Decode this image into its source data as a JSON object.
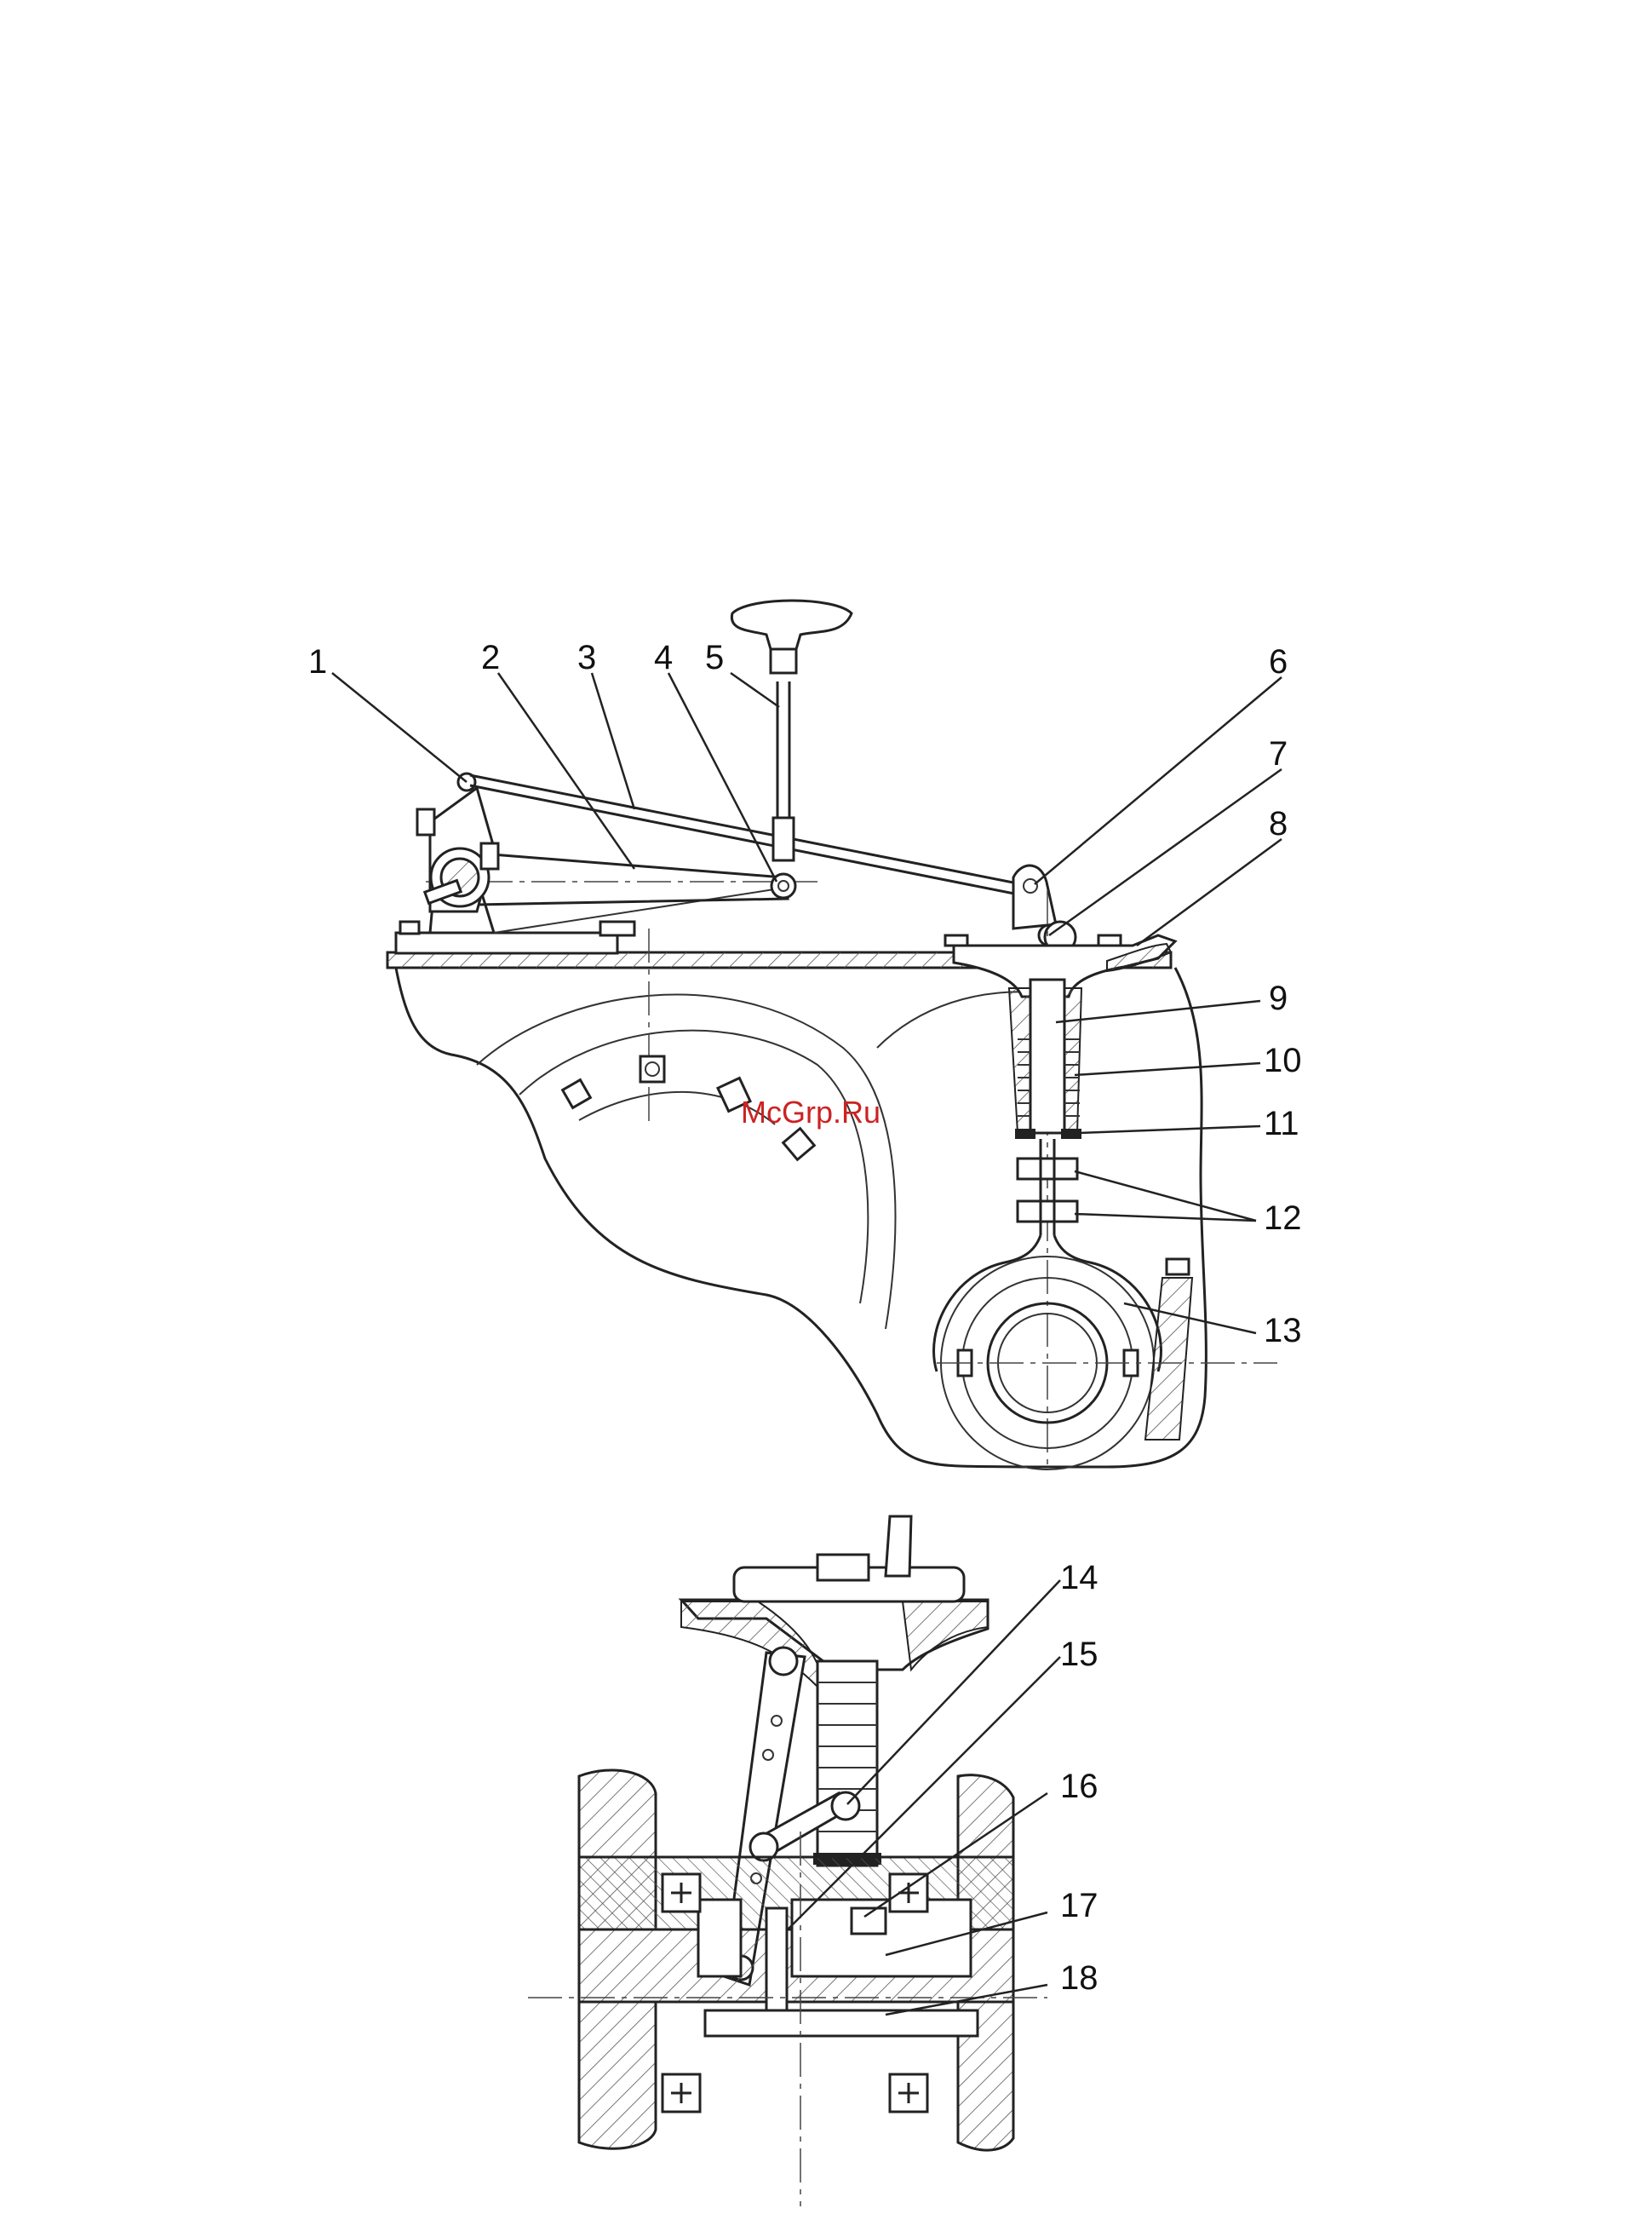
{
  "callouts": [
    "1",
    "2",
    "3",
    "4",
    "5",
    "6",
    "7",
    "8",
    "9",
    "10",
    "11",
    "12",
    "13",
    "14",
    "15",
    "16",
    "17",
    "18"
  ],
  "watermark": "McGrp.Ru",
  "colors": {
    "line": "#222222",
    "hatch": "#555555",
    "watermark": "#cc2222",
    "background": "#ffffff"
  }
}
